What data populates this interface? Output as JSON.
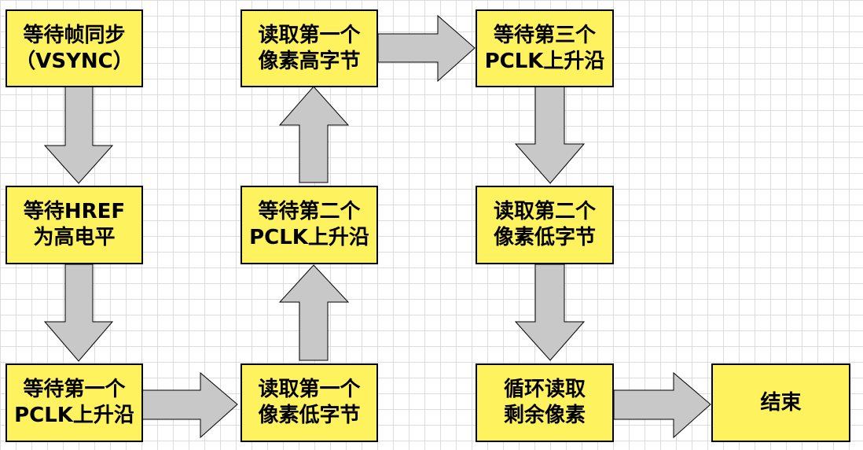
{
  "colors": {
    "box_fill": "#FFF25F",
    "box_border": "#000000",
    "arrow_fill": "#C8C8C8",
    "arrow_border": "#000000",
    "grid": "#DCDCDC"
  },
  "steps": {
    "wait_vsync": "等待帧同步\n（VSYNC）",
    "wait_href": "等待HREF\n为高电平",
    "wait_pclk1": "等待第一个\nPCLK上升沿",
    "read_low1": "读取第一个\n像素低字节",
    "wait_pclk2": "等待第二个\nPCLK上升沿",
    "read_high1": "读取第一个\n像素高字节",
    "wait_pclk3": "等待第三个\nPCLK上升沿",
    "read_low2": "读取第二个\n像素低字节",
    "loop_read": "循环读取\n剩余像素",
    "end": "结束"
  }
}
